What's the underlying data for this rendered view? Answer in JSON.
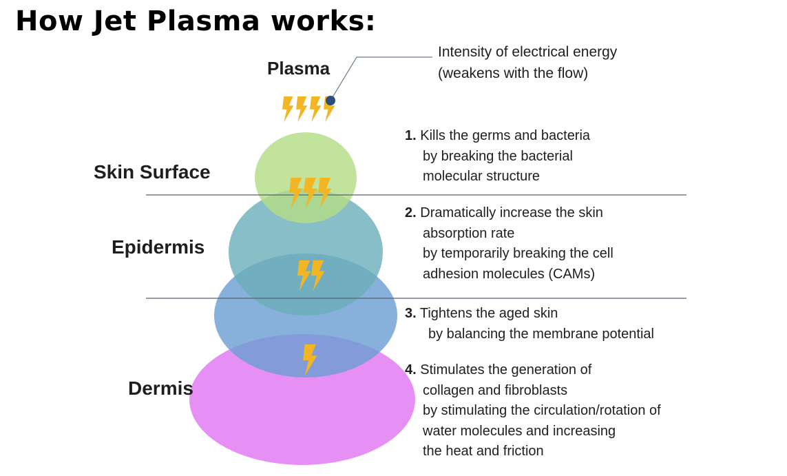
{
  "title": "How Jet Plasma works:",
  "labels": {
    "plasma": "Plasma",
    "skin_surface": "Skin Surface",
    "epidermis": "Epidermis",
    "dermis": "Dermis"
  },
  "callout": {
    "line1": "Intensity of electrical energy",
    "line2": "(weakens with the flow)"
  },
  "effects": [
    {
      "number": "1.",
      "lines": [
        "Kills the germs and bacteria",
        "by breaking the bacterial",
        "molecular structure"
      ]
    },
    {
      "number": "2.",
      "lines": [
        "Dramatically increase the skin",
        "absorption rate",
        "by temporarily breaking the cell",
        "adhesion molecules (CAMs)"
      ]
    },
    {
      "number": "3.",
      "lines": [
        "Tightens the aged skin",
        "by balancing the membrane potential"
      ]
    },
    {
      "number": "4.",
      "lines": [
        "Stimulates the generation of",
        "collagen and fibroblasts",
        "by stimulating the circulation/rotation of",
        "water molecules and increasing",
        "the heat and friction"
      ]
    }
  ],
  "colors": {
    "skin_surface_circle": "#b5dd86",
    "epidermis_circle": "#6aaeb9",
    "upper_dermis_circle": "#6c9fd2",
    "dermis_circle": "#e58af6",
    "bolt": "#f2b523",
    "callout_dot": "#2c4f7c",
    "divider": "#556070"
  },
  "icons": [
    "lightning-bolt-icon"
  ]
}
